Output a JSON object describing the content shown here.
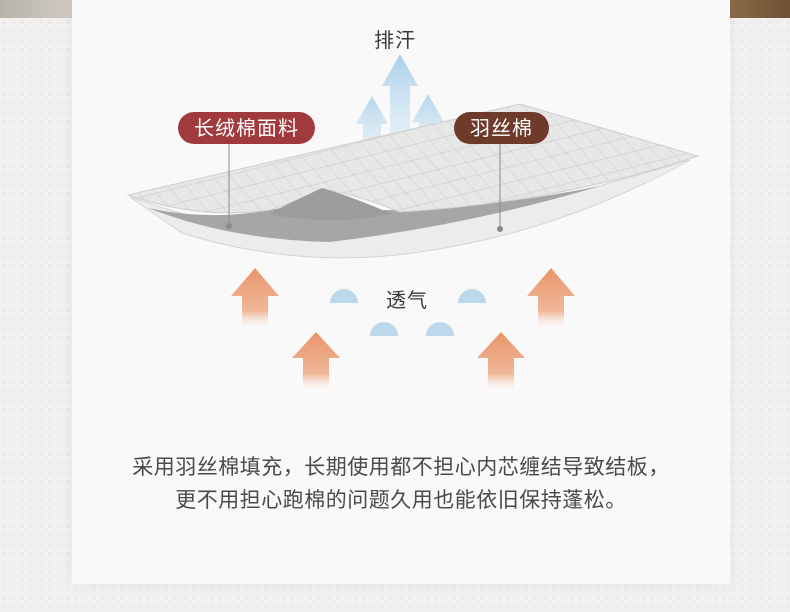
{
  "labels": {
    "top": "排汗",
    "middle": "透气",
    "fabric": "长绒棉面料",
    "filling": "羽丝棉"
  },
  "caption": {
    "line1": "采用羽丝棉填充，长期使用都不担心内芯缠结导致结板，",
    "line2": "更不用担心跑棉的问题久用也能依旧保持蓬松。"
  },
  "colors": {
    "fabric_pill": "#a03a3c",
    "filling_pill": "#6e3b2a",
    "warm_arrow": "#e8956a",
    "cool_arrow": "#a8d0ea"
  }
}
